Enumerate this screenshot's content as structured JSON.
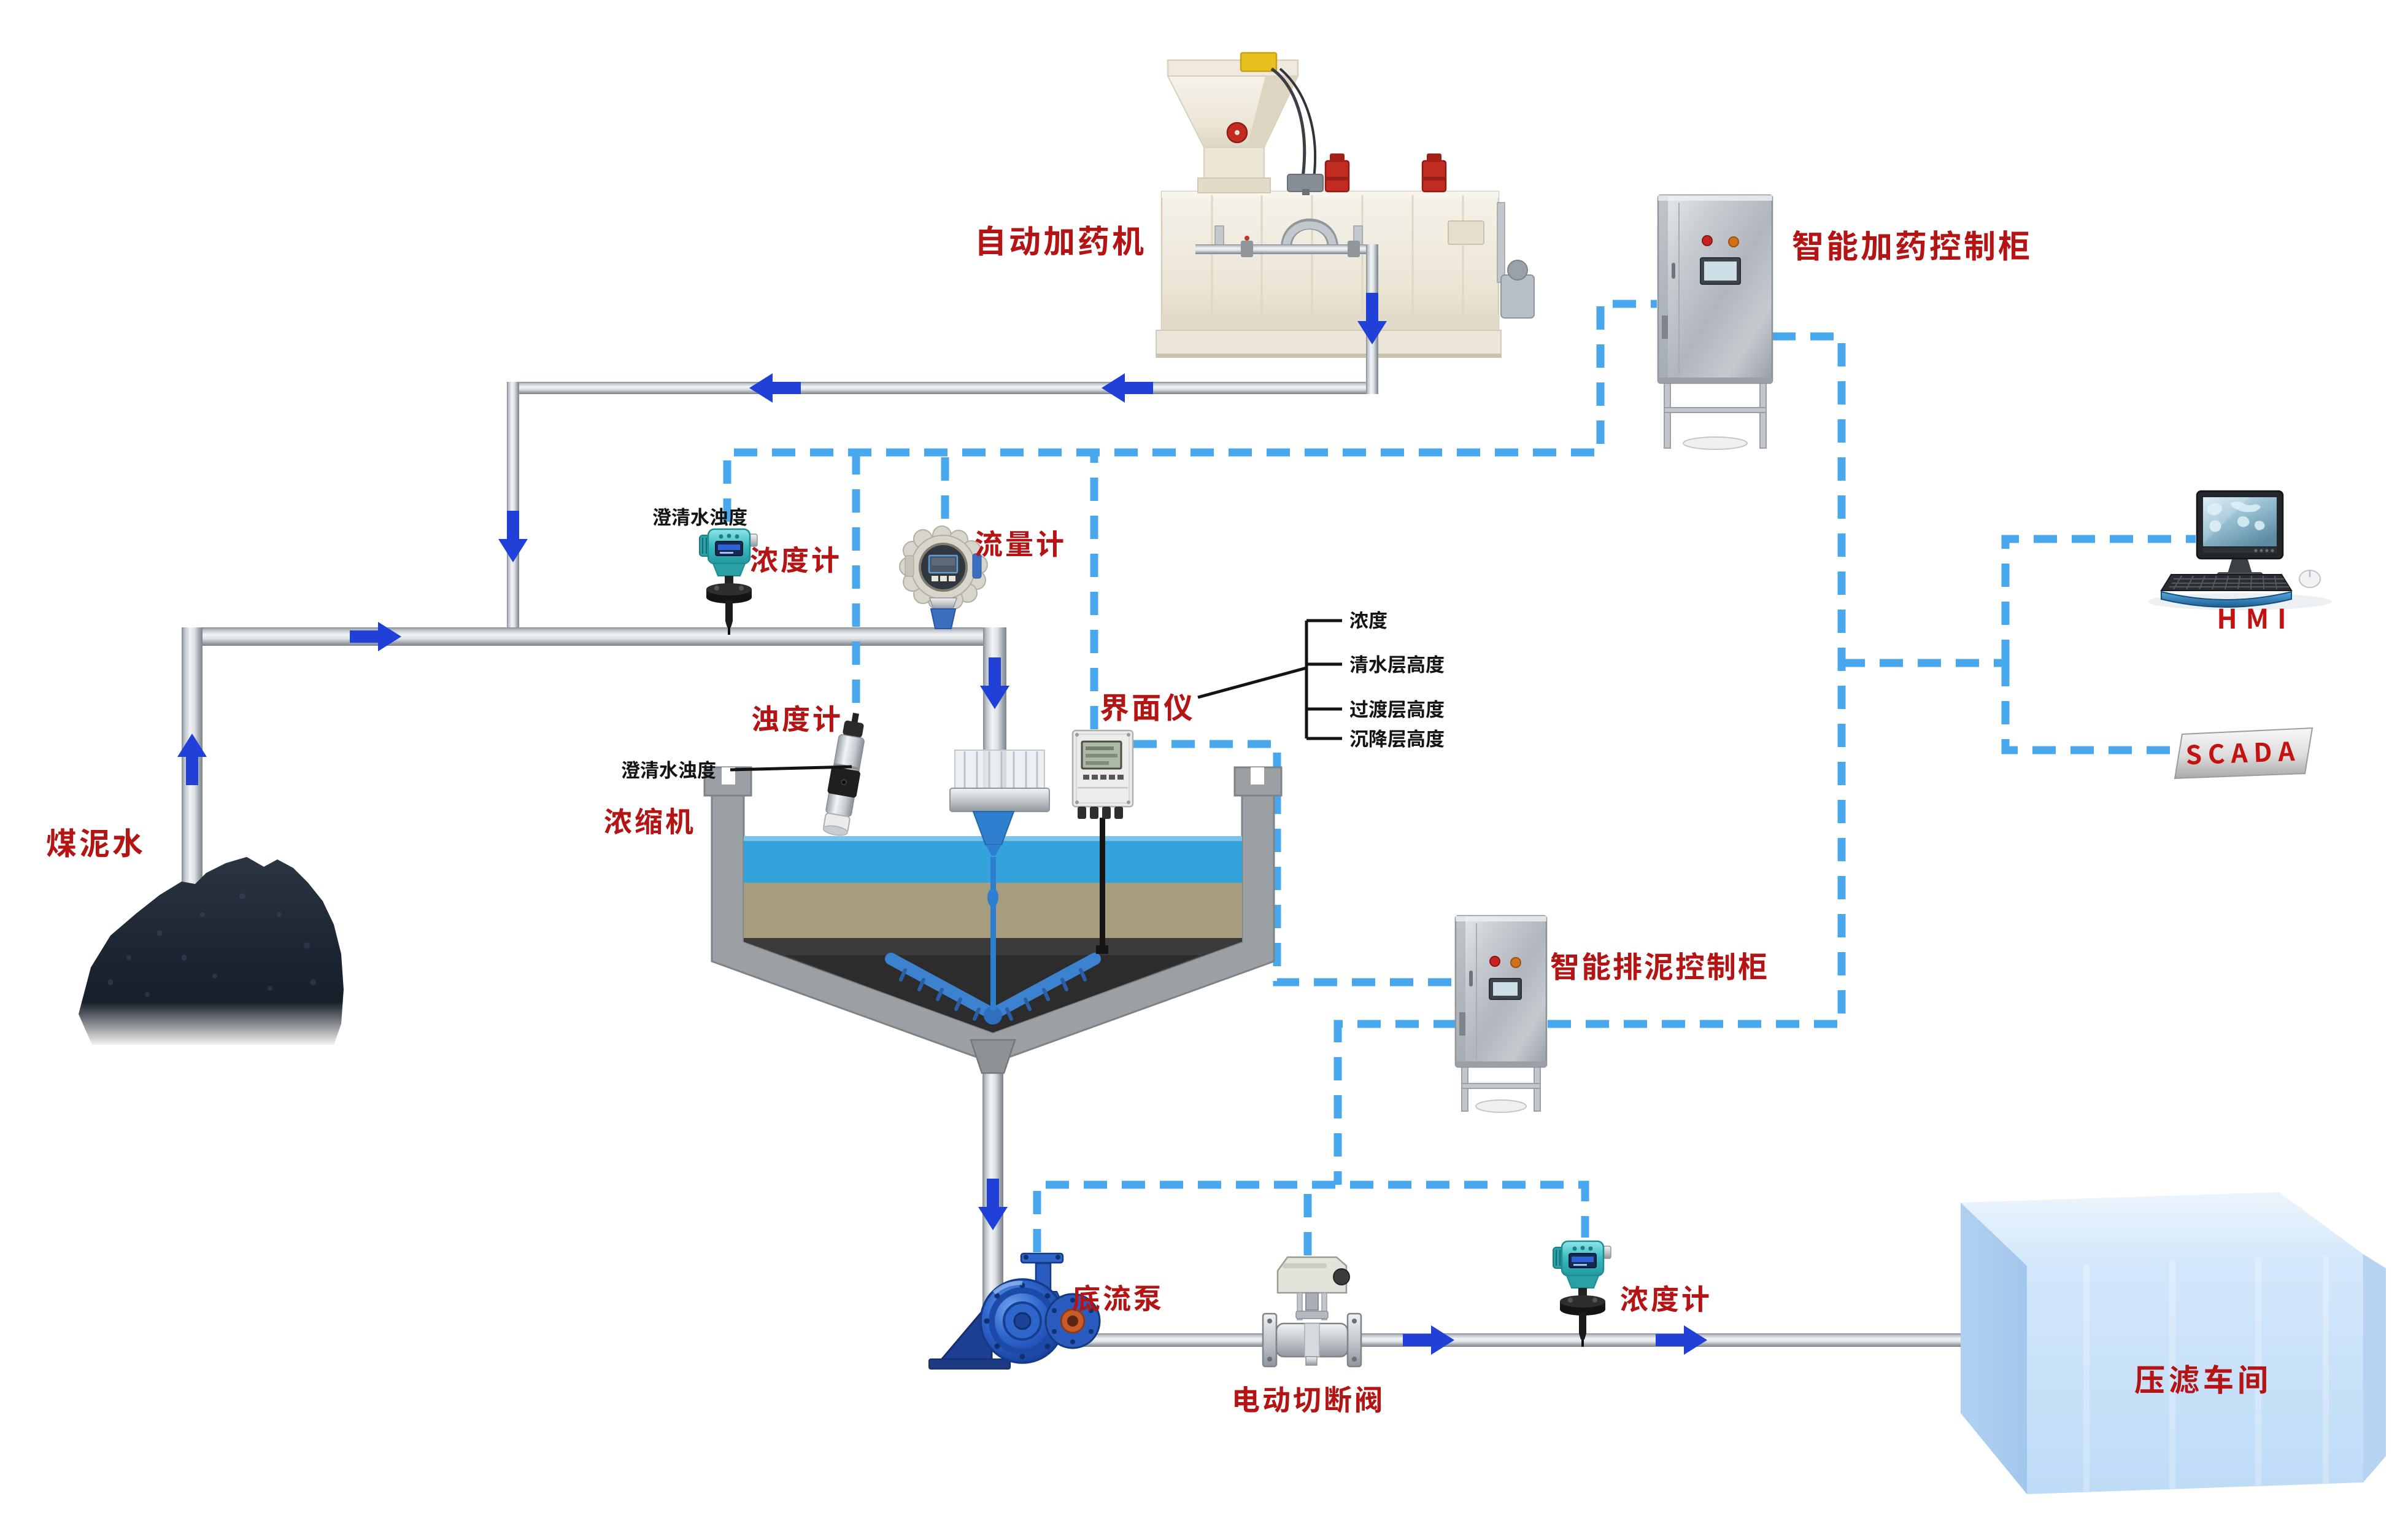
{
  "colors": {
    "background": "#ffffff",
    "signal_line_blue": "#49a8ed",
    "flow_arrow_blue": "#2040d8",
    "label_red": "#b41414",
    "label_black": "#141414",
    "pipe_silver": "#c9ced3",
    "water_blue": "#35a3db",
    "sediment_tan": "#a59d7d",
    "sludge_dark": "#3c3c3c",
    "workshop_box_blue": "#cde4f9"
  },
  "equipment": {
    "dosing_machine": {
      "label": "自动加药机"
    },
    "dosing_control_cabinet": {
      "label": "智能加药控制柜"
    },
    "sludge_control_cabinet": {
      "label": "智能排泥控制柜"
    },
    "hmi_station": {
      "label": "HMI"
    },
    "scada_system": {
      "label": "SCADA"
    },
    "thickener": {
      "label": "浓缩机"
    },
    "density_meter_feed": {
      "label": "浓度计",
      "note": "澄清水浊度"
    },
    "flow_meter": {
      "label": "流量计"
    },
    "turbidity_meter": {
      "label": "浊度计",
      "note": "澄清水浊度"
    },
    "interface_meter": {
      "label": "界面仪",
      "measurements": [
        "浓度",
        "清水层高度",
        "过渡层高度",
        "沉降层高度"
      ]
    },
    "coal_slurry_water": {
      "label": "煤泥水"
    },
    "underflow_pump": {
      "label": "底流泵"
    },
    "electric_shutoff_valve": {
      "label": "电动切断阀"
    },
    "density_meter_underflow": {
      "label": "浓度计"
    },
    "filter_press_workshop": {
      "label": "压滤车间"
    }
  }
}
